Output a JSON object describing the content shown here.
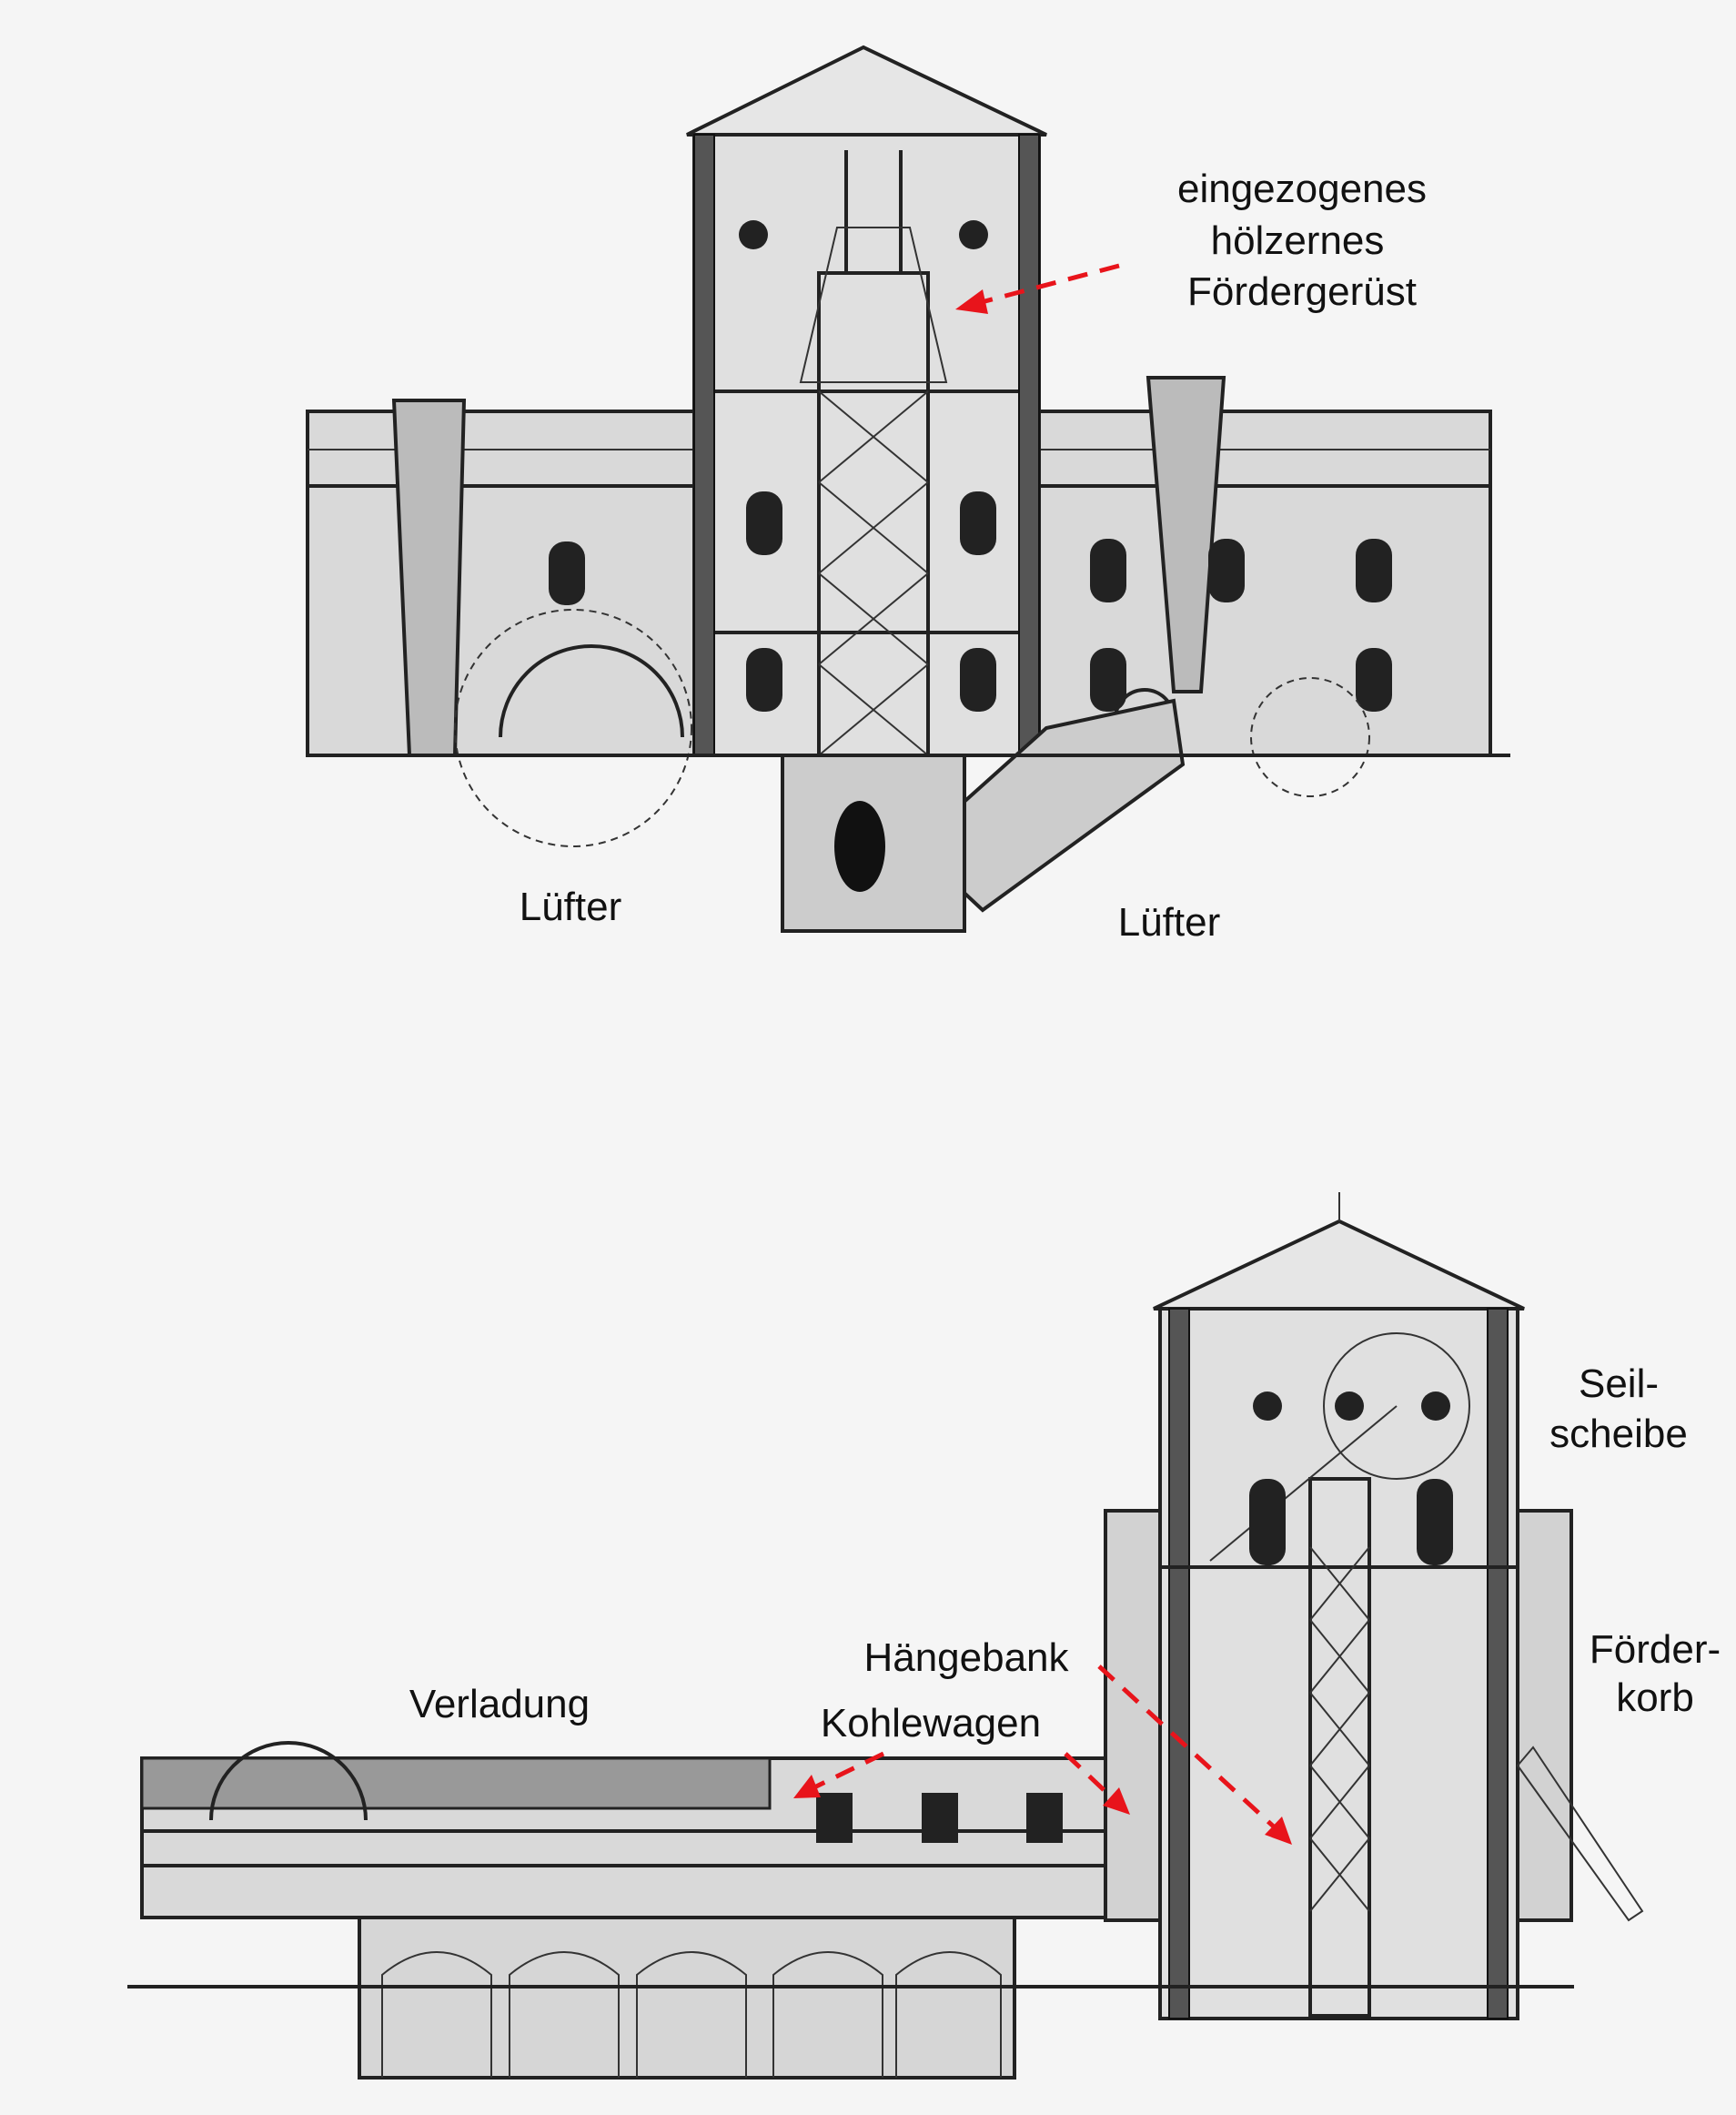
{
  "top_drawing": {
    "labels": {
      "line1": "eingezogenes",
      "line2": "hölzernes",
      "line3": "Fördergerüst",
      "fan_left": "Lüfter",
      "fan_right": "Lüfter"
    }
  },
  "bottom_drawing": {
    "labels": {
      "sheave_1": "Seil-",
      "sheave_2": "scheibe",
      "cage_1": "Förder-",
      "cage_2": "korb",
      "bank": "Hängebank",
      "wagon": "Kohlewagen",
      "loading": "Verladung"
    }
  },
  "colors": {
    "annotation": "#e8141b",
    "ink": "#222222",
    "paper": "#f5f5f5"
  }
}
